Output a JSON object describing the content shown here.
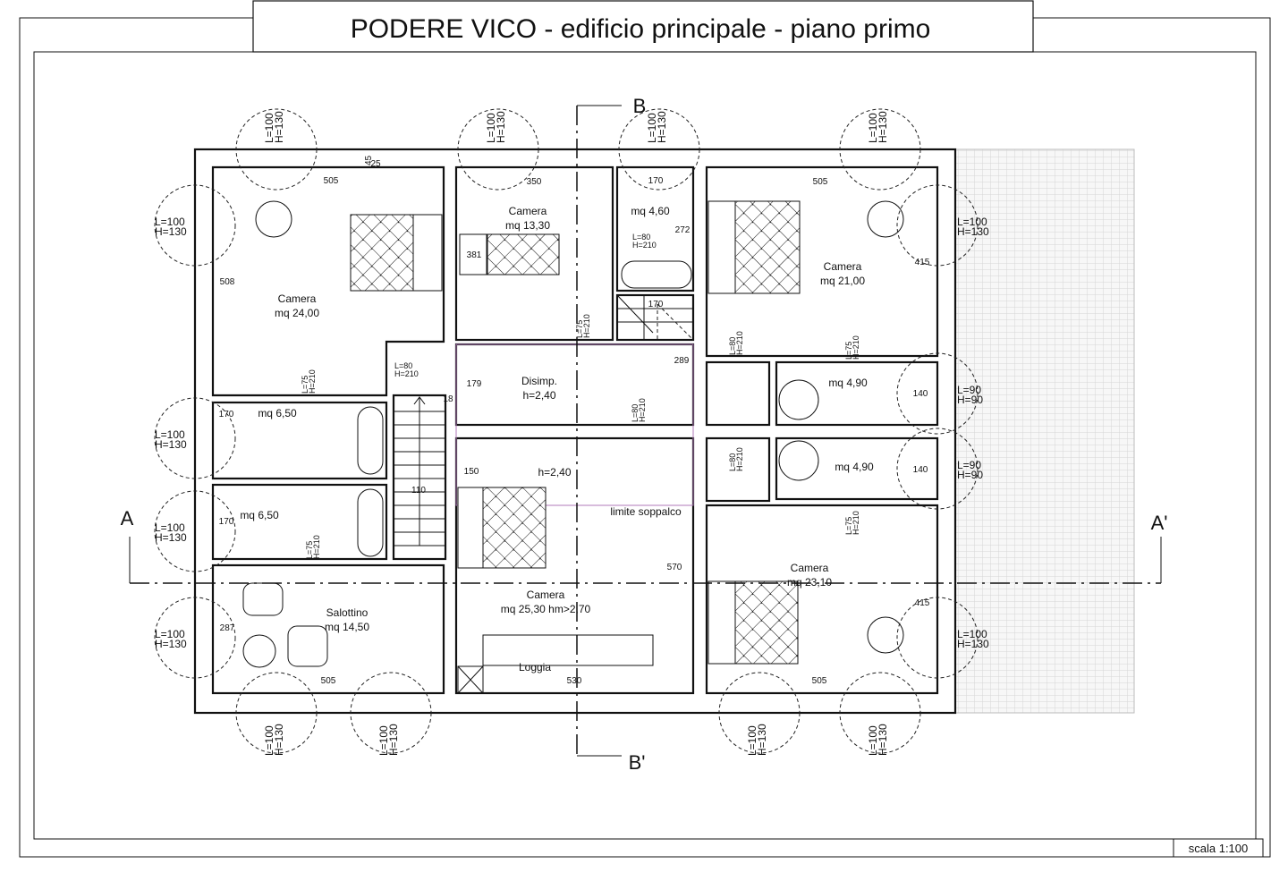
{
  "title": "PODERE VICO - edificio principale - piano primo",
  "scale": "scala 1:100",
  "sections": {
    "a": "A",
    "a_prime": "A'",
    "b": "B",
    "b_prime": "B'"
  },
  "rooms": [
    {
      "name": "Camera",
      "area": "mq 24,00"
    },
    {
      "name": "Camera",
      "area": "mq 13,30"
    },
    {
      "name": "",
      "area": "mq 4,60"
    },
    {
      "name": "Camera",
      "area": "mq 21,00"
    },
    {
      "name": "Disimp.",
      "area": "h=2,40"
    },
    {
      "name": "",
      "area": "mq 6,50"
    },
    {
      "name": "",
      "area": "mq 6,50"
    },
    {
      "name": "",
      "area": "mq 4,90"
    },
    {
      "name": "",
      "area": "mq 4,90"
    },
    {
      "name": "",
      "area": "h=2,40"
    },
    {
      "name": "Salottino",
      "area": "mq 14,50"
    },
    {
      "name": "Camera",
      "area": "mq 25,30  hm>2,70"
    },
    {
      "name": "Camera",
      "area": "mq 23,10"
    },
    {
      "name": "Loggia",
      "area": ""
    }
  ],
  "notes": {
    "mezzanine_limit": "limite soppalco"
  },
  "dimensions": [
    "505",
    "508",
    "45",
    "25",
    "350",
    "381",
    "170",
    "272",
    "170",
    "289",
    "179",
    "505",
    "415",
    "18",
    "170",
    "170",
    "110",
    "150",
    "570",
    "287",
    "505",
    "530",
    "505",
    "140",
    "140",
    "415"
  ],
  "windows": [
    {
      "l": "L=100",
      "h": "H=130"
    },
    {
      "l": "L=100",
      "h": "H=130"
    },
    {
      "l": "L=100",
      "h": "H=130"
    },
    {
      "l": "L=100",
      "h": "H=130"
    },
    {
      "l": "L=100",
      "h": "H=130"
    },
    {
      "l": "L=100",
      "h": "H=130"
    },
    {
      "l": "L=100",
      "h": "H=130"
    },
    {
      "l": "L=100",
      "h": "H=130"
    },
    {
      "l": "L=100",
      "h": "H=130"
    },
    {
      "l": "L=100",
      "h": "H=130"
    },
    {
      "l": "L=100",
      "h": "H=130"
    },
    {
      "l": "L=100",
      "h": "H=130"
    },
    {
      "l": "L=100",
      "h": "H=130"
    },
    {
      "l": "L=90",
      "h": "H=90"
    },
    {
      "l": "L=90",
      "h": "H=90"
    },
    {
      "l": "L=100",
      "h": "H=130"
    }
  ],
  "doors": [
    {
      "l": "L=80",
      "h": "H=210"
    },
    {
      "l": "L=75",
      "h": "H=210"
    },
    {
      "l": "L=75",
      "h": "H=210"
    },
    {
      "l": "L=80",
      "h": "H=210"
    },
    {
      "l": "L=80",
      "h": "H=210"
    },
    {
      "l": "L=80",
      "h": "H=210"
    },
    {
      "l": "L=75",
      "h": "H=210"
    },
    {
      "l": "L=80",
      "h": "H=210"
    },
    {
      "l": "L=75",
      "h": "H=210"
    },
    {
      "l": "L=75",
      "h": "H=210"
    }
  ]
}
